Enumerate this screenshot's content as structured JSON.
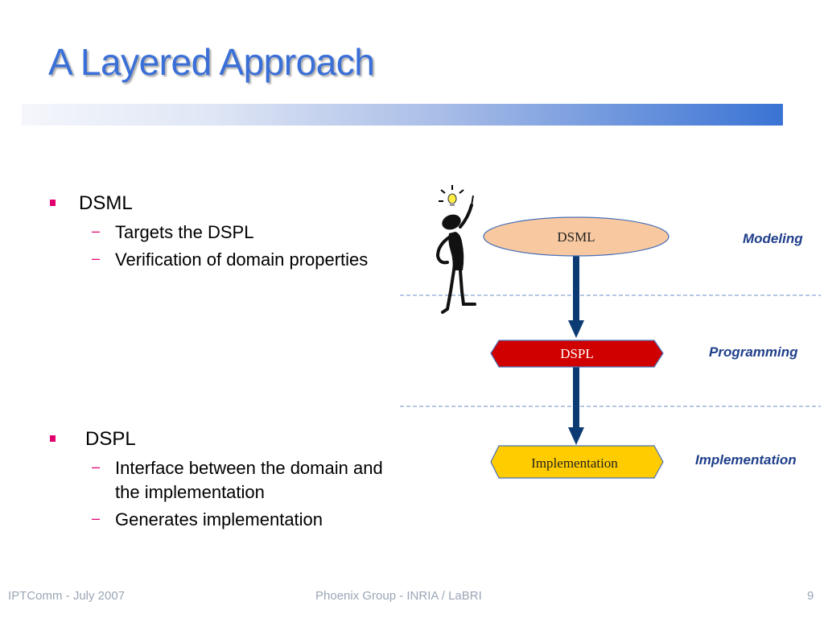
{
  "slide": {
    "title": "A Layered Approach",
    "bullets": [
      {
        "label": "DSML",
        "subitems": [
          "Targets the DSPL",
          "Verification of domain properties"
        ]
      },
      {
        "label": "DSPL",
        "subitems": [
          "Interface between the domain and the implementation",
          "Generates implementation"
        ]
      }
    ]
  },
  "diagram": {
    "nodes": {
      "dsml": "DSML",
      "dspl": "DSPL",
      "implementation": "Implementation"
    },
    "layers": {
      "modeling": "Modeling",
      "programming": "Programming",
      "implementation": "Implementation"
    },
    "colors": {
      "dsml_fill": "#f8c9a0",
      "dspl_fill": "#d00000",
      "impl_fill": "#ffcc00",
      "arrow": "#0c3b73",
      "label": "#1f3f8a"
    }
  },
  "footer": {
    "left": "IPTComm - July 2007",
    "center": "Phoenix Group  - INRIA / LaBRI",
    "page": "9"
  }
}
